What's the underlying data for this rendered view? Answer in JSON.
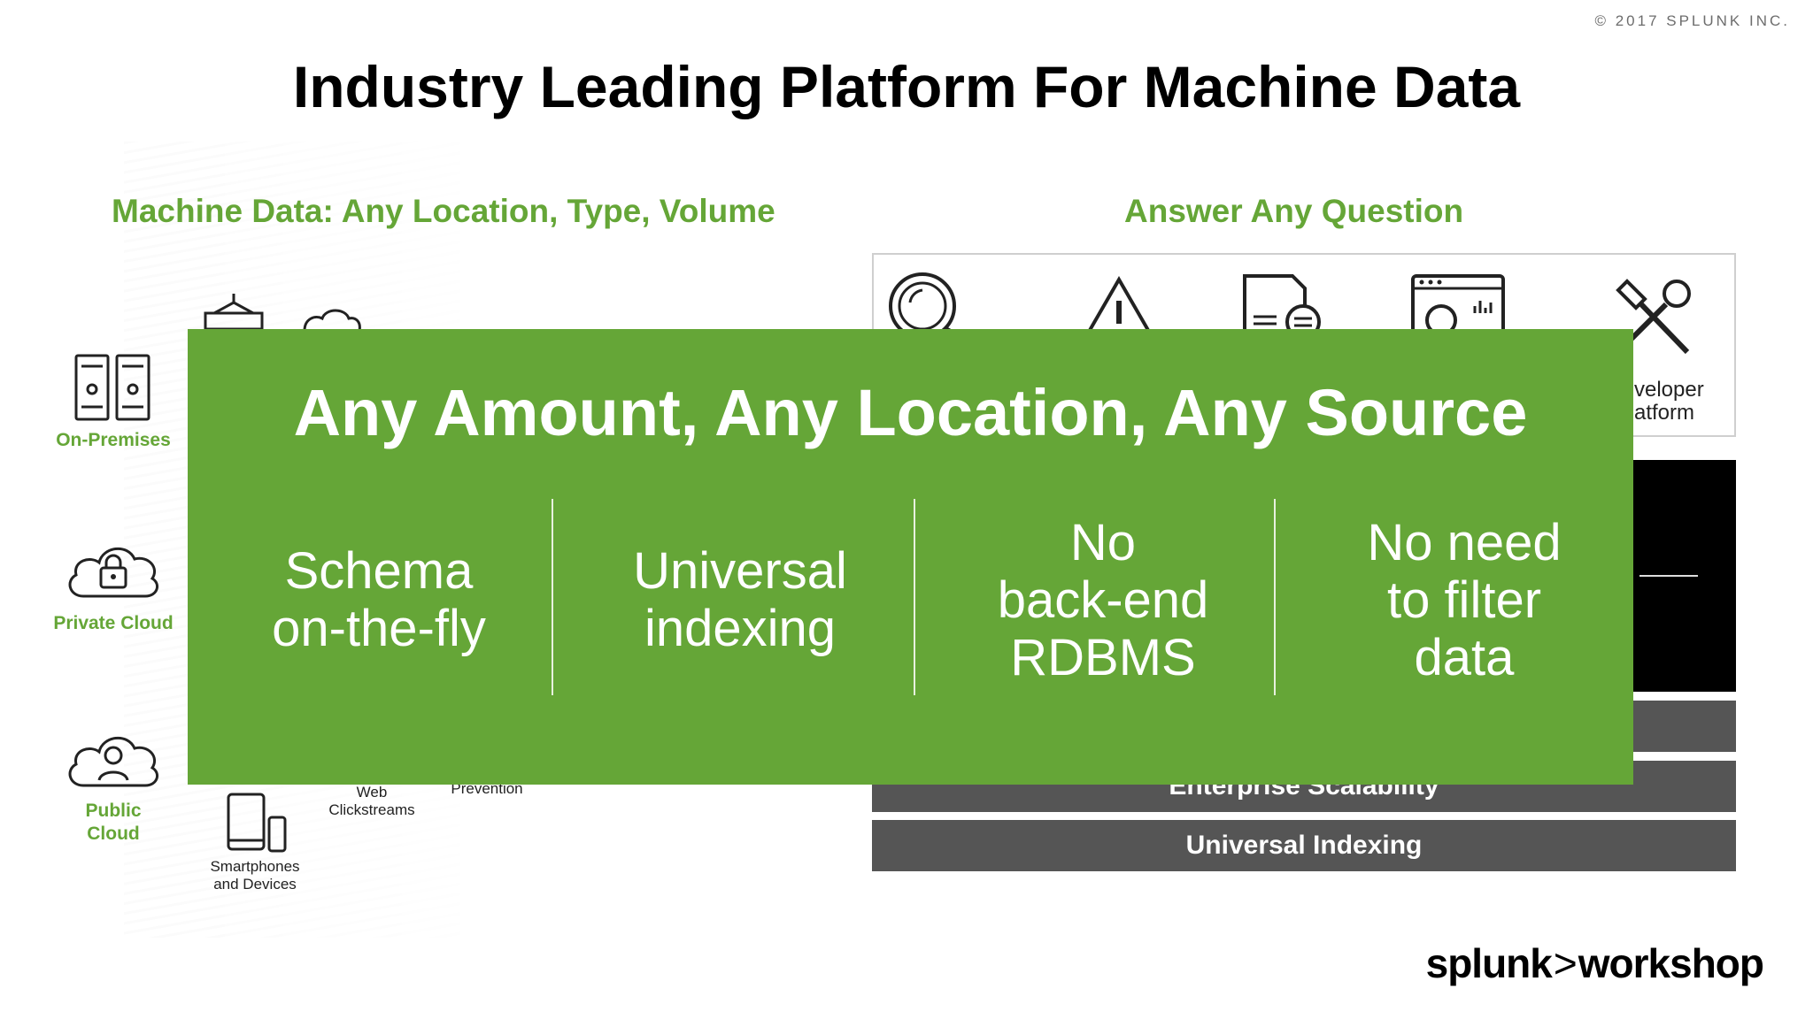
{
  "copyright": "© 2017 SPLUNK INC.",
  "slide_title": "Industry Leading Platform For Machine Data",
  "left_panel": {
    "heading": "Machine Data: Any Location, Type, Volume",
    "locations": [
      {
        "label": "On-Premises",
        "icon": "server-icon"
      },
      {
        "label": "Private Cloud",
        "icon": "cloud-lock-icon"
      },
      {
        "label": "Public\nCloud",
        "icon": "cloud-user-icon"
      }
    ],
    "sources": [
      {
        "label": "Web\nClickstreams"
      },
      {
        "label": "Prevention"
      },
      {
        "label": "Smartphones\nand Devices",
        "icon": "devices-icon"
      }
    ]
  },
  "right_panel": {
    "heading": "Answer Any Question",
    "question_icons": [
      "search-icon",
      "alert-icon",
      "report-icon",
      "dashboard-icon",
      "tools-icon"
    ],
    "partial_label": "veloper\natform",
    "bars": [
      {
        "label": "Enterprise Scalability"
      },
      {
        "label": "Universal Indexing"
      }
    ]
  },
  "overlay": {
    "title": "Any Amount, Any Location, Any Source",
    "columns": [
      "Schema\non-the-fly",
      "Universal\nindexing",
      "No\nback-end\nRDBMS",
      "No need\nto filter\ndata"
    ]
  },
  "footer": {
    "logo_left": "splunk",
    "logo_mark": ">",
    "logo_right": "workshop"
  },
  "colors": {
    "accent_green": "#65a637",
    "bar_gray": "#555555"
  }
}
